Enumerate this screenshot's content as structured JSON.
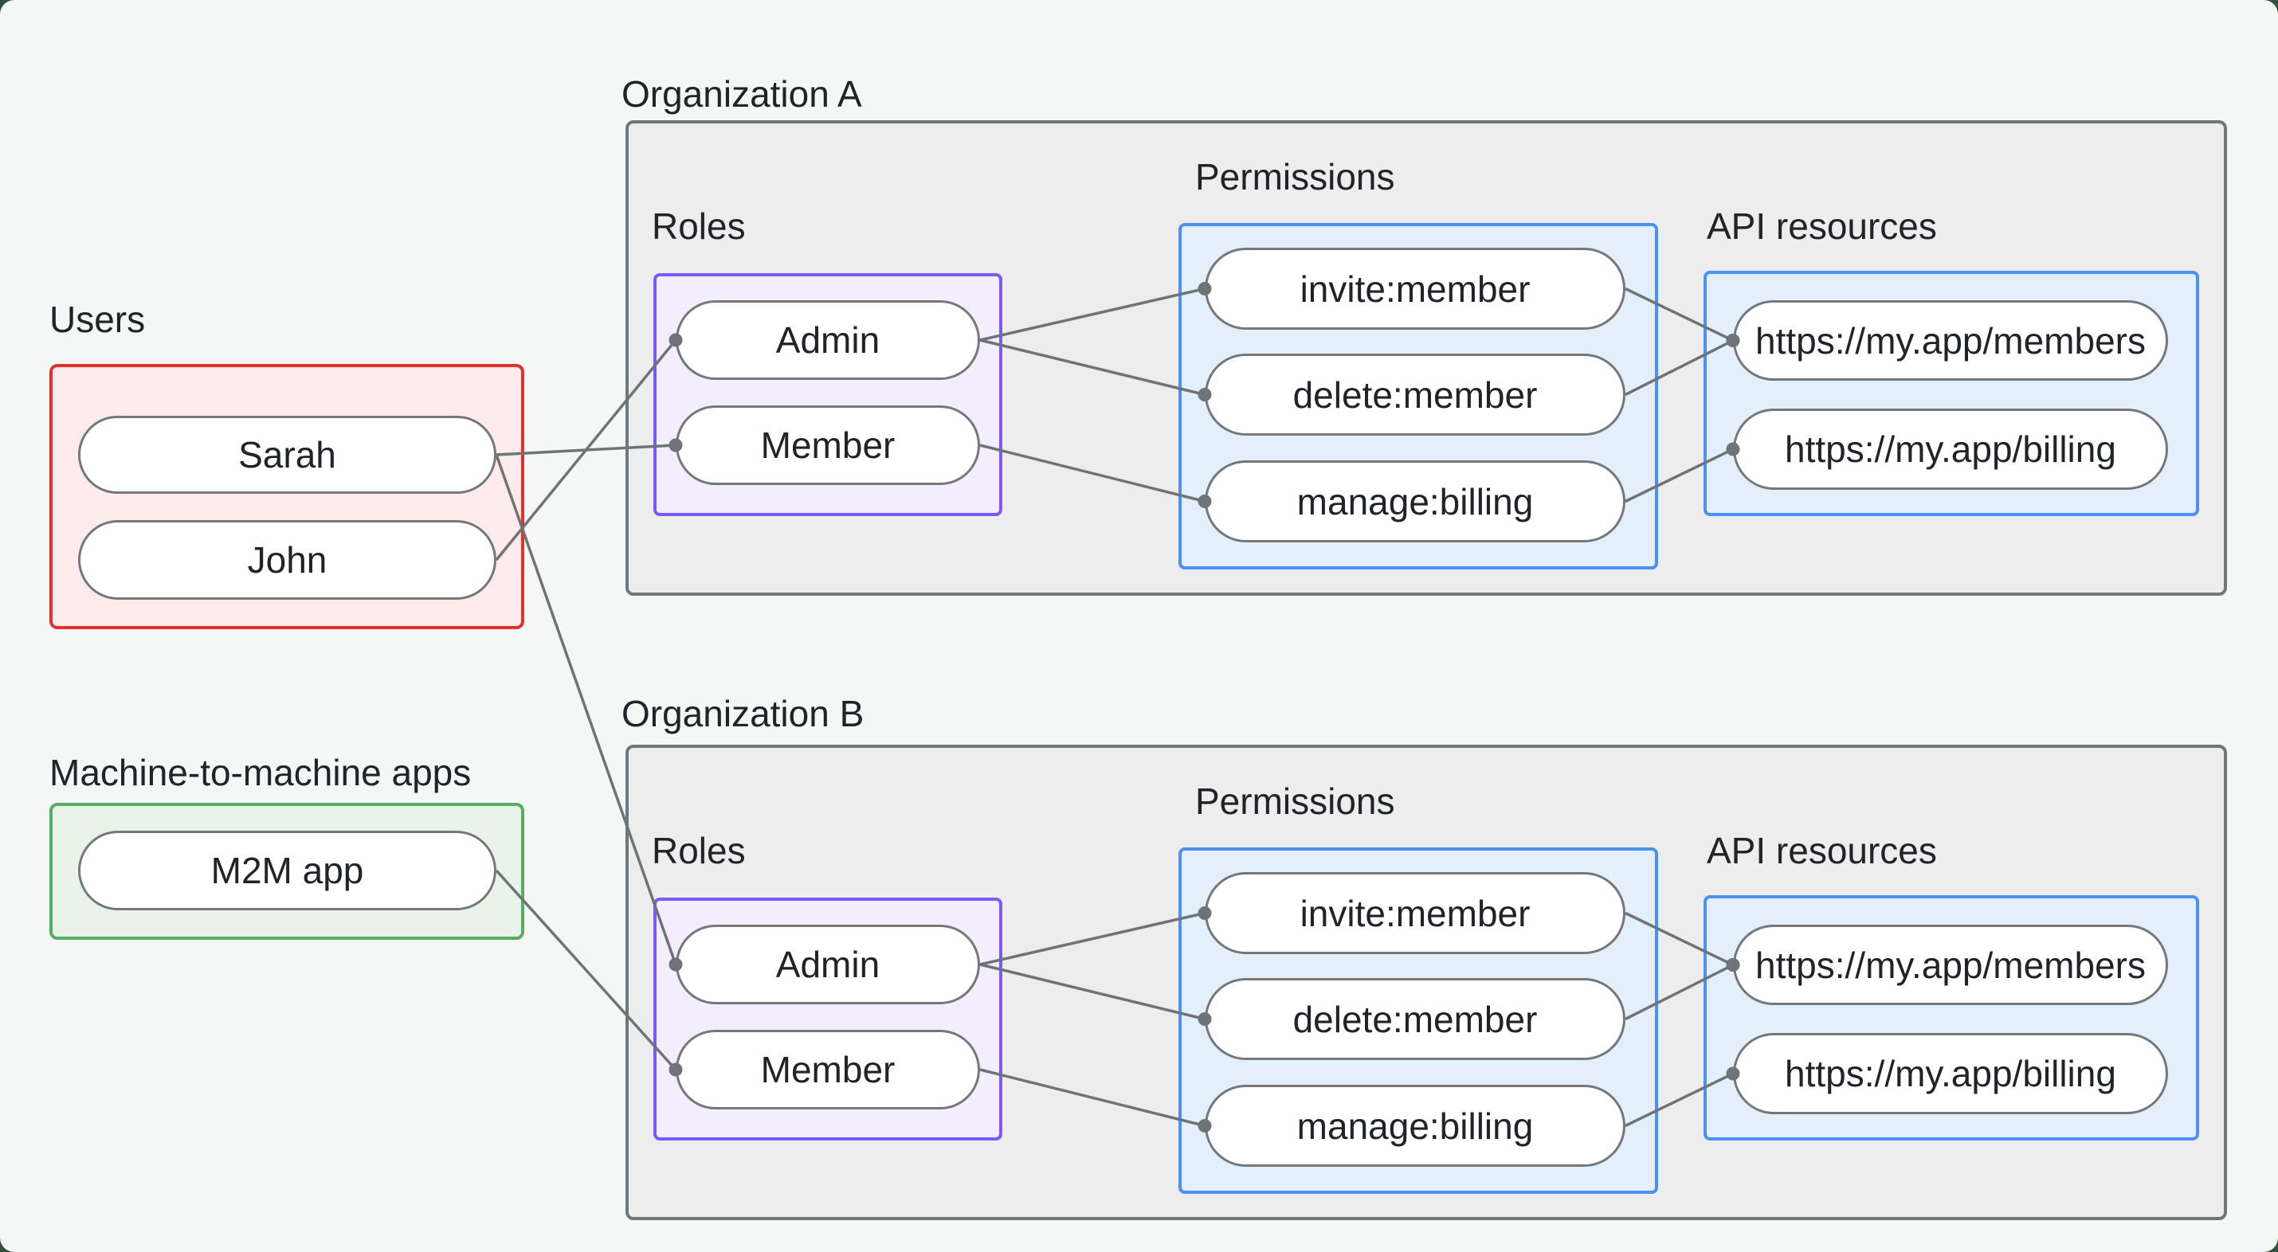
{
  "colors": {
    "outer_bg": "#32503c",
    "page_bg": "#f5f7f6",
    "text": "#202428",
    "org_box_fill": "#ededee",
    "org_box_border": "#71767a",
    "users_fill": "#fcebea",
    "users_border": "#e0312e",
    "m2m_fill": "#e9f4e9",
    "m2m_border": "#57ad62",
    "roles_fill": "#f3edfd",
    "roles_border": "#7a58fb",
    "blue_fill": "#e3f0fc",
    "blue_border": "#4a90f5",
    "pill_fill": "#ffffff",
    "pill_border": "#75787b",
    "edge": "#6f7376"
  },
  "users_section": {
    "label": "Users",
    "items": [
      "Sarah",
      "John"
    ]
  },
  "m2m_section": {
    "label": "Machine-to-machine apps",
    "items": [
      "M2M app"
    ]
  },
  "org_a": {
    "title": "Organization A",
    "roles_label": "Roles",
    "permissions_label": "Permissions",
    "api_label": "API resources",
    "roles": [
      "Admin",
      "Member"
    ],
    "permissions": [
      "invite:member",
      "delete:member",
      "manage:billing"
    ],
    "api_resources": [
      "https://my.app/members",
      "https://my.app/billing"
    ]
  },
  "org_b": {
    "title": "Organization B",
    "roles_label": "Roles",
    "permissions_label": "Permissions",
    "api_label": "API resources",
    "roles": [
      "Admin",
      "Member"
    ],
    "permissions": [
      "invite:member",
      "delete:member",
      "manage:billing"
    ],
    "api_resources": [
      "https://my.app/members",
      "https://my.app/billing"
    ]
  },
  "edges": [
    {
      "from": "user-sarah",
      "to": "a-role-member"
    },
    {
      "from": "user-john",
      "to": "a-role-admin"
    },
    {
      "from": "user-sarah",
      "to": "b-role-admin"
    },
    {
      "from": "m2m-app",
      "to": "b-role-member"
    },
    {
      "from": "a-role-admin",
      "to": "a-perm-invite"
    },
    {
      "from": "a-role-admin",
      "to": "a-perm-delete"
    },
    {
      "from": "a-role-member",
      "to": "a-perm-manage"
    },
    {
      "from": "a-perm-invite",
      "to": "a-api-members"
    },
    {
      "from": "a-perm-delete",
      "to": "a-api-members"
    },
    {
      "from": "a-perm-manage",
      "to": "a-api-billing"
    },
    {
      "from": "b-role-admin",
      "to": "b-perm-invite"
    },
    {
      "from": "b-role-admin",
      "to": "b-perm-delete"
    },
    {
      "from": "b-role-member",
      "to": "b-perm-manage"
    },
    {
      "from": "b-perm-invite",
      "to": "b-api-members"
    },
    {
      "from": "b-perm-delete",
      "to": "b-api-members"
    },
    {
      "from": "b-perm-manage",
      "to": "b-api-billing"
    }
  ]
}
